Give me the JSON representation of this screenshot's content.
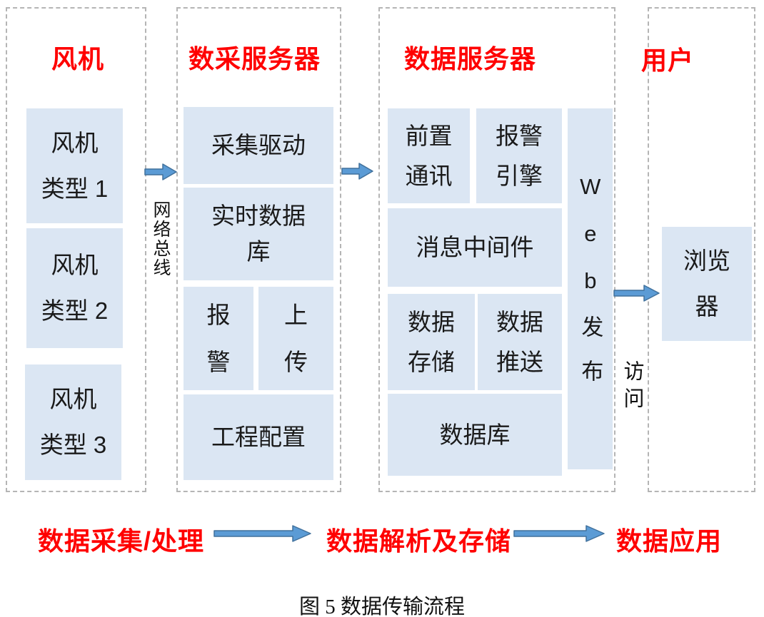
{
  "columns": {
    "fan": {
      "title": "风机",
      "boxes": [
        {
          "line1": "风机",
          "line2": "类型 1"
        },
        {
          "line1": "风机",
          "line2": "类型 2"
        },
        {
          "line1": "风机",
          "line2": "类型 3"
        }
      ]
    },
    "daq": {
      "title": "数采服务器",
      "boxes": [
        {
          "line1": "采集驱动"
        },
        {
          "line1": "实时数据",
          "line2": "库"
        },
        {
          "line1": "报",
          "line2": "警"
        },
        {
          "line1": "上",
          "line2": "传"
        },
        {
          "line1": "工程配置"
        }
      ]
    },
    "data_server": {
      "title": "数据服务器",
      "boxes": [
        {
          "line1": "前置",
          "line2": "通讯"
        },
        {
          "line1": "报警",
          "line2": "引擎"
        },
        {
          "line1": "消息中间件"
        },
        {
          "line1": "数据",
          "line2": "存储"
        },
        {
          "line1": "数据",
          "line2": "推送"
        },
        {
          "line1": "数据库"
        }
      ],
      "web_publish": "Web发布"
    },
    "user": {
      "title": "用户",
      "boxes": [
        {
          "line1": "浏览",
          "line2": "器"
        }
      ]
    }
  },
  "edge_labels": {
    "network_bus": "网络总线",
    "visit": "访问"
  },
  "flow": {
    "stage1": "数据采集/处理",
    "stage2": "数据解析及存储",
    "stage3": "数据应用"
  },
  "caption": "图 5 数据传输流程",
  "colors": {
    "box_fill": "#dbe6f3",
    "title_red": "#ff0000",
    "arrow_fill": "#5b9bd5",
    "arrow_stroke": "#41719c",
    "dashed_border": "#b5b5b5"
  }
}
